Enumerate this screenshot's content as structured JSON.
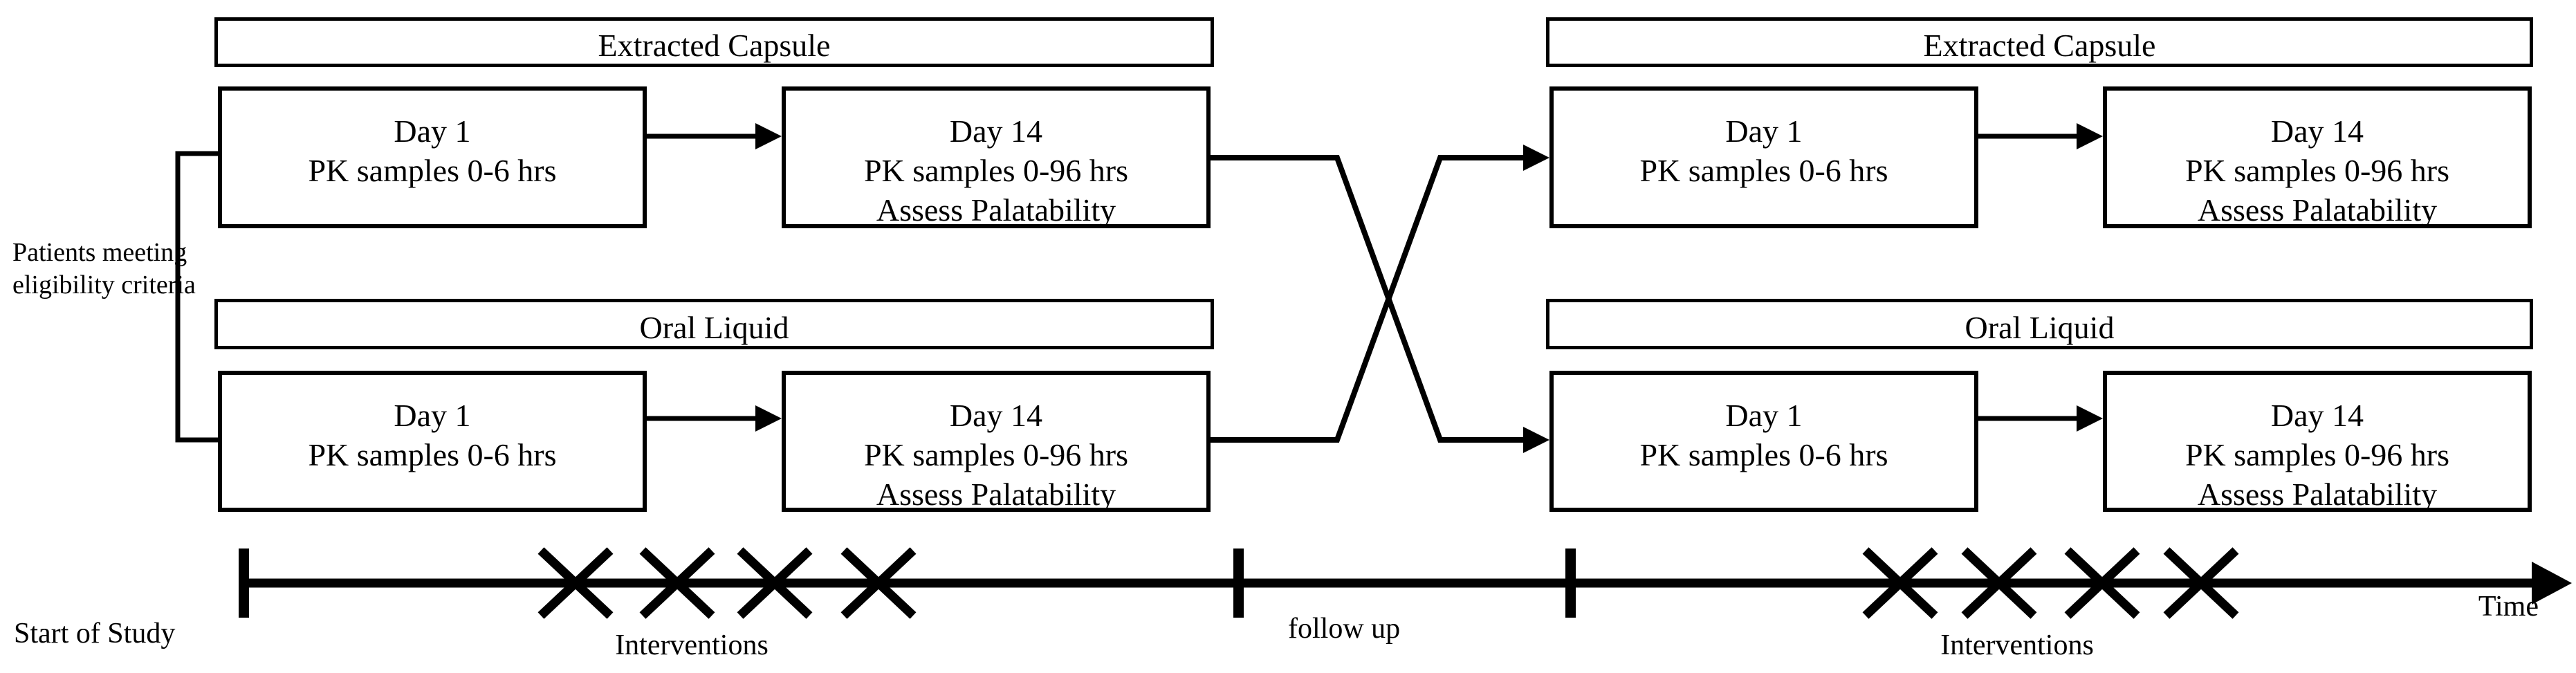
{
  "figure": {
    "eligibility": {
      "line1": "Patients meeting",
      "line2": "eligibility criteria"
    },
    "periods": [
      {
        "capsule": {
          "header": "Extracted Capsule",
          "day1": {
            "title": "Day 1",
            "detail1": "PK samples 0-6 hrs"
          },
          "day14": {
            "title": "Day 14",
            "detail1": "PK samples 0-96 hrs",
            "detail2": "Assess Palatability"
          }
        },
        "liquid": {
          "header": "Oral Liquid",
          "day1": {
            "title": "Day 1",
            "detail1": "PK samples 0-6 hrs"
          },
          "day14": {
            "title": "Day 14",
            "detail1": "PK samples 0-96 hrs",
            "detail2": "Assess Palatability"
          }
        }
      },
      {
        "capsule": {
          "header": "Extracted Capsule",
          "day1": {
            "title": "Day 1",
            "detail1": "PK samples 0-6 hrs"
          },
          "day14": {
            "title": "Day 14",
            "detail1": "PK samples 0-96 hrs",
            "detail2": "Assess Palatability"
          }
        },
        "liquid": {
          "header": "Oral Liquid",
          "day1": {
            "title": "Day 1",
            "detail1": "PK samples 0-6 hrs"
          },
          "day14": {
            "title": "Day 14",
            "detail1": "PK samples 0-96 hrs",
            "detail2": "Assess Palatability"
          }
        }
      }
    ],
    "timeline": {
      "start_label": "Start of Study",
      "interventions_left": "Interventions",
      "followup": "follow up",
      "interventions_right": "Interventions",
      "time_label": "Time",
      "intervention_marks_left_count": 4,
      "intervention_marks_right_count": 4,
      "line_color": "#000000"
    }
  }
}
